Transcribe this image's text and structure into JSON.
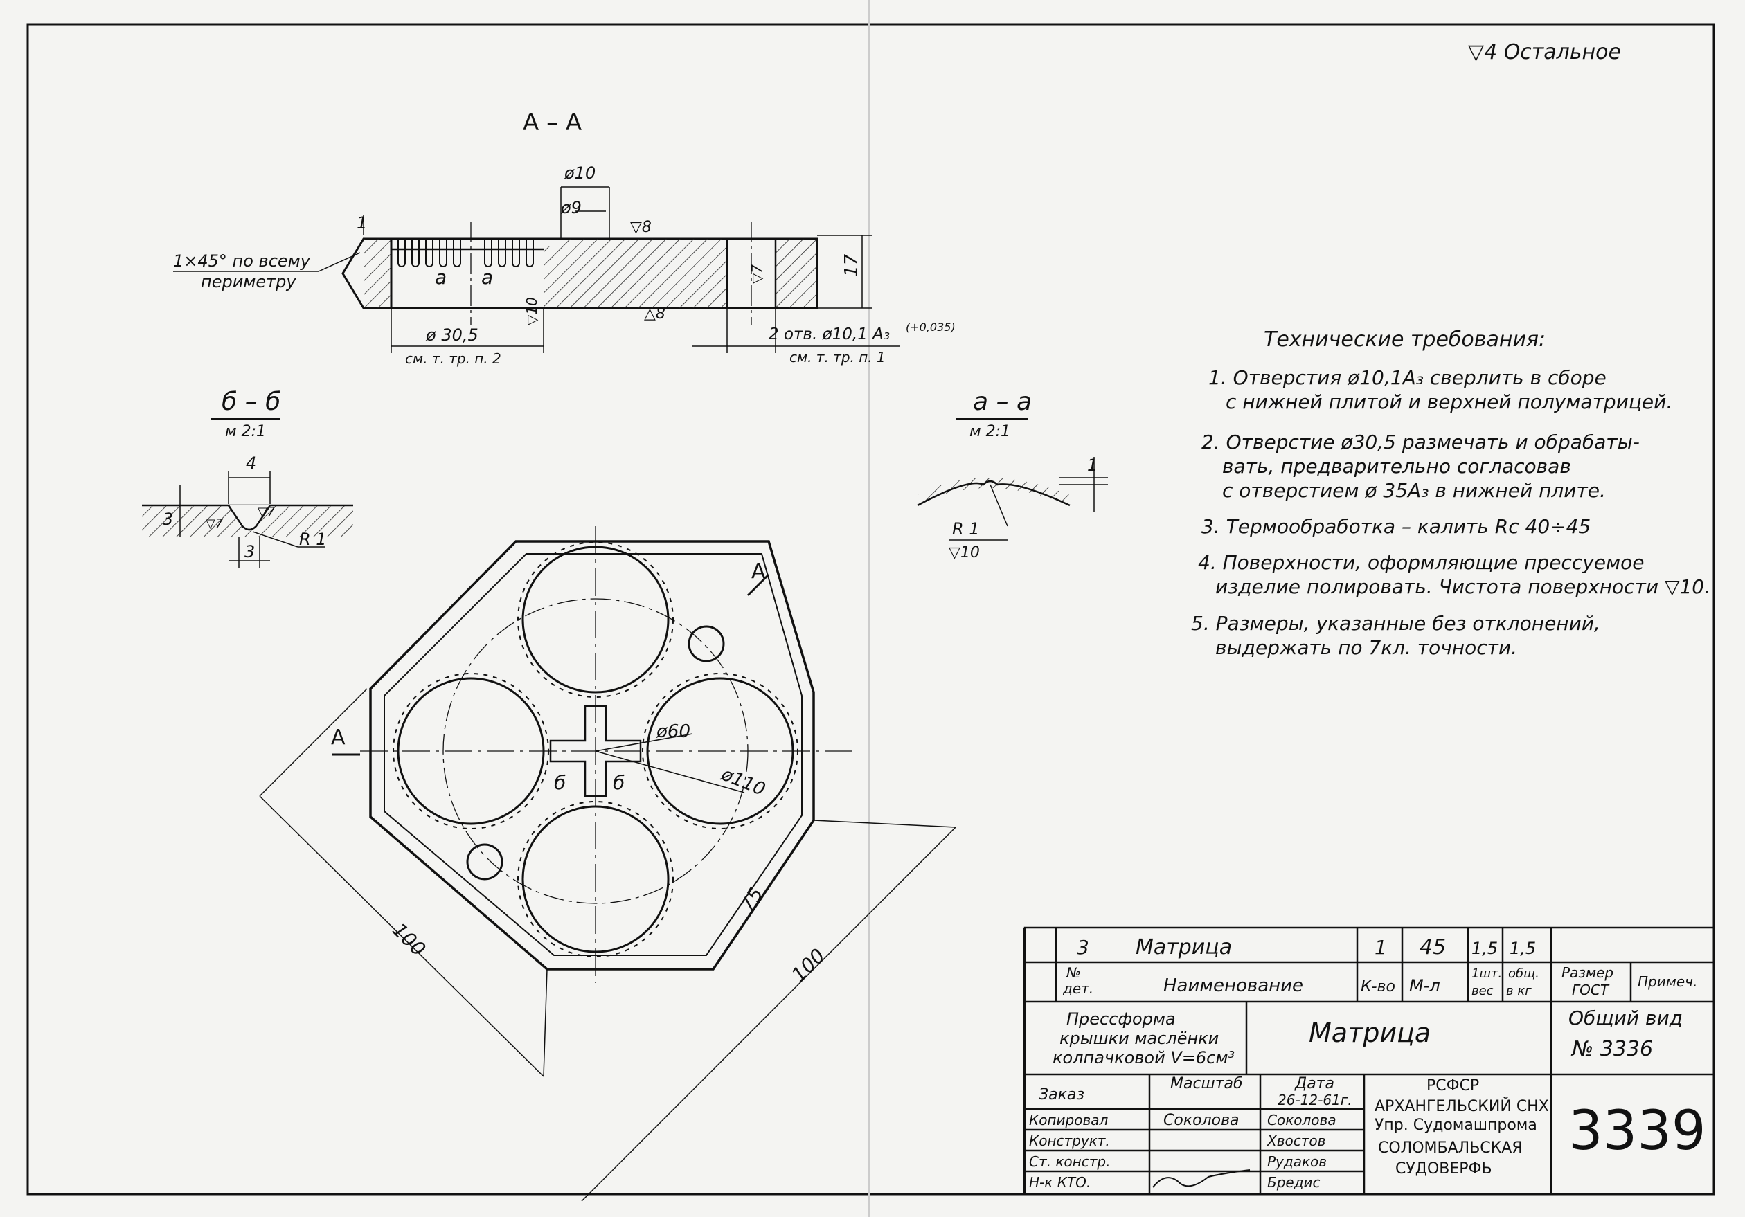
{
  "surface_note": "▽4 Остальное",
  "section_aa": {
    "title": "А – А",
    "chamfer": "1×45° по всему",
    "chamfer2": "периметру",
    "d10": "ø10",
    "d9": "ø9",
    "dim1": "1",
    "h17": "17",
    "rough8_top": "▽8",
    "rough8_bot": "△8",
    "rough10": "▽10",
    "rough7": "▽7",
    "mark_a1": "а",
    "mark_a2": "а",
    "d305": "ø 30,5",
    "ref2": "см. т. тр. п. 2",
    "holes": "2 отв. ø10,1 А₃",
    "tol": "(+0,035)",
    "ref1": "см. т. тр. п. 1"
  },
  "section_bb": {
    "title": "б – б",
    "scale": "м 2:1",
    "w4": "4",
    "h3": "3",
    "b3": "3",
    "r1": "R 1",
    "rough7a": "▽7",
    "rough7b": "▽7"
  },
  "section_a": {
    "title": "а – а",
    "scale": "м 2:1",
    "h1": "1",
    "r1": "R 1",
    "rough10": "▽10"
  },
  "plan": {
    "cut_a1": "А",
    "cut_a2": "А",
    "b1": "б",
    "b2": "б",
    "d60": "ø60",
    "d110": "ø110",
    "dim100a": "100",
    "dim75": "75",
    "dim100b": "100"
  },
  "requirements": {
    "title": "Технические требования:",
    "items": [
      [
        "1. Отверстия ø10,1А₃ сверлить в сборе",
        "с нижней плитой и верхней полуматрицей."
      ],
      [
        "2. Отверстие ø30,5 размечать и обрабаты-",
        "вать, предварительно согласовав",
        "с отверстием ø 35А₃ в нижней плите."
      ],
      [
        "3. Термообработка – калить Rc 40÷45"
      ],
      [
        "4. Поверхности, оформляющие прессуемое",
        "изделие полировать. Чистота поверхности ▽10."
      ],
      [
        "5. Размеры, указанные без отклонений,",
        "выдержать по 7кл. точности."
      ]
    ]
  },
  "title_block": {
    "part_no": "3",
    "part_name": "Матрица",
    "qty": "1",
    "material": "45",
    "w1": "1,5",
    "w2": "1,5",
    "h_no": "№",
    "h_det": "дет.",
    "h_name": "Наименование",
    "h_qty": "К-во",
    "h_mat": "М-л",
    "h_pcs": "1шт.",
    "h_weight": "вес",
    "h_total": "общ.",
    "h_kg": "в кг",
    "h_size": "Размер",
    "h_gost": "ГОСТ",
    "h_note": "Примеч.",
    "assembly1": "Прессформа",
    "assembly2": "крышки маслёнки",
    "assembly3": "колпачковой V=6см³",
    "title": "Матрица",
    "general1": "Общий вид",
    "general2": "№ 3336",
    "order": "Заказ",
    "scale": "Масштаб",
    "date_l": "Дата",
    "date": "26-12-61г.",
    "org1": "РСФСР",
    "org2": "АРХАНГЕЛЬСКИЙ СНХ",
    "org3": "Упр. Судомашпрома",
    "org4": "СОЛОМБАЛЬСКАЯ",
    "org5": "СУДОВЕРФЬ",
    "drawing_no": "3339",
    "roles": [
      {
        "role": "Копировал",
        "name": "Соколова"
      },
      {
        "role": "Конструкт.",
        "name": "Хвостов"
      },
      {
        "role": "Ст. констр.",
        "name": "Рудаков"
      },
      {
        "role": "Н-к КТО.",
        "name": "Бредис"
      }
    ],
    "sign1": "Соколова"
  }
}
